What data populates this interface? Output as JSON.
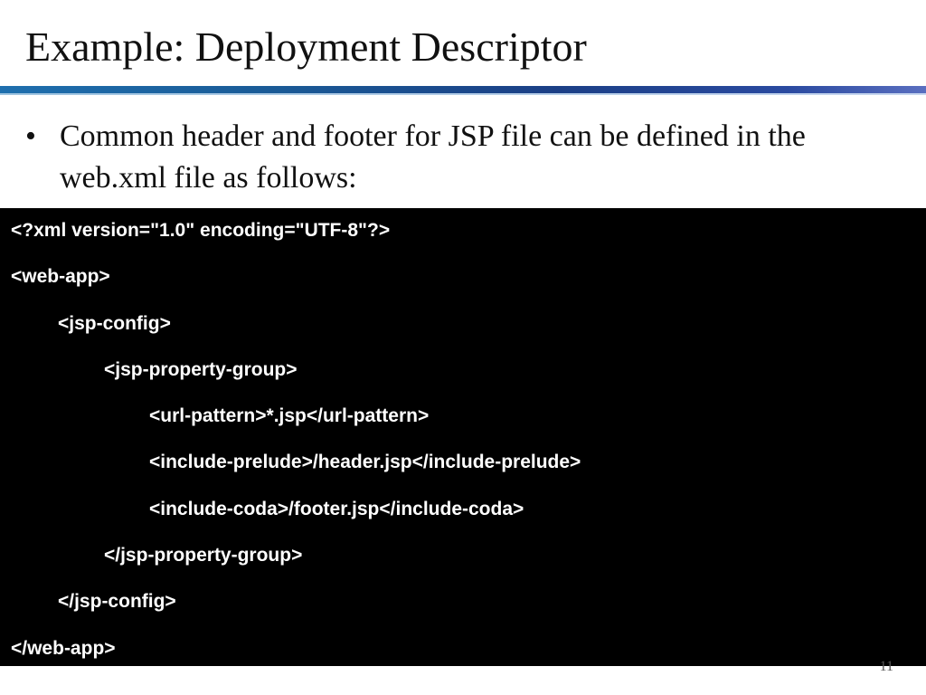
{
  "slide": {
    "title": "Example: Deployment Descriptor",
    "bullet_symbol": "•",
    "bullet_text": "Common header and footer for JSP file can be defined in the web.xml file as follows:",
    "page_number": "11"
  },
  "code": {
    "lines": [
      {
        "text": "<?xml version=\"1.0\" encoding=\"UTF-8\"?>",
        "indent": 0
      },
      {
        "text": "<web-app>",
        "indent": 0
      },
      {
        "text": "<jsp-config>",
        "indent": 1
      },
      {
        "text": "<jsp-property-group>",
        "indent": 2
      },
      {
        "text": "<url-pattern>*.jsp</url-pattern>",
        "indent": 3
      },
      {
        "text": "<include-prelude>/header.jsp</include-prelude>",
        "indent": 3
      },
      {
        "text": "<include-coda>/footer.jsp</include-coda>",
        "indent": 3
      },
      {
        "text": "</jsp-property-group>",
        "indent": 2
      },
      {
        "text": "</jsp-config>",
        "indent": 1
      },
      {
        "text": "</web-app>",
        "indent": 0
      }
    ]
  }
}
